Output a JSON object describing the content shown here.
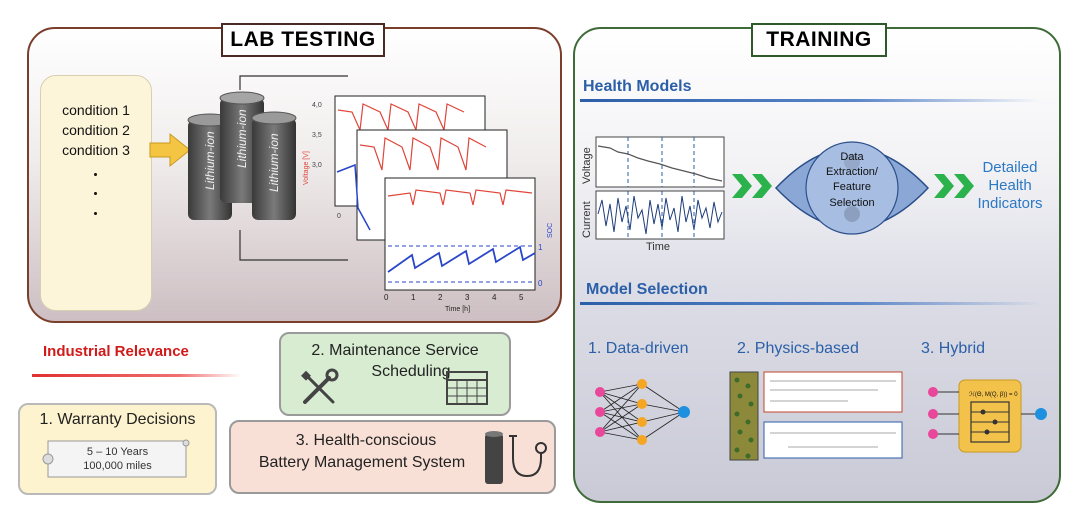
{
  "lab": {
    "title": "LAB TESTING",
    "conditions": [
      "condition 1",
      "condition 2",
      "condition 3"
    ],
    "cell_label": "Lithium-ion",
    "plot": {
      "y_ticks_voltage": [
        "4,0",
        "3,5",
        "3,0"
      ],
      "y_label_voltage": "Voltage [V]",
      "y_ticks_soc": [
        "1",
        "0"
      ],
      "y_label_soc": "SOC",
      "x_ticks": [
        "0",
        "1",
        "2",
        "3",
        "4",
        "5"
      ],
      "x_label": "Time [h]",
      "back_x_tick": "0"
    }
  },
  "industrial": {
    "heading": "Industrial Relevance",
    "warranty": {
      "title": "1. Warranty Decisions",
      "line1": "5 – 10 Years",
      "line2": "100,000 miles"
    },
    "maintenance": {
      "line1": "2. Maintenance Service",
      "line2": "Scheduling"
    },
    "bms": {
      "line1": "3. Health-conscious",
      "line2": "Battery Management System"
    }
  },
  "training": {
    "title": "TRAINING",
    "health_models": {
      "heading": "Health Models",
      "signal_labels": {
        "voltage": "Voltage",
        "current": "Current",
        "time": "Time"
      },
      "process": [
        "Data",
        "Extraction/",
        "Feature",
        "Selection"
      ],
      "output": [
        "Detailed",
        "Health",
        "Indicators"
      ]
    },
    "model_selection": {
      "heading": "Model Selection",
      "models": [
        "1. Data-driven",
        "2. Physics-based",
        "3. Hybrid"
      ],
      "hybrid_equation": "ℋ(Θ, M(Q, β)) = 0"
    }
  },
  "colors": {
    "lab_border": "#7a3f2a",
    "train_border": "#3e6b38",
    "accent_blue": "#2b5fa8",
    "industrial_red": "#d11a1a",
    "arrow_green": "#2bb24c",
    "plot_red": "#e0453a",
    "plot_blue": "#2946c9"
  }
}
